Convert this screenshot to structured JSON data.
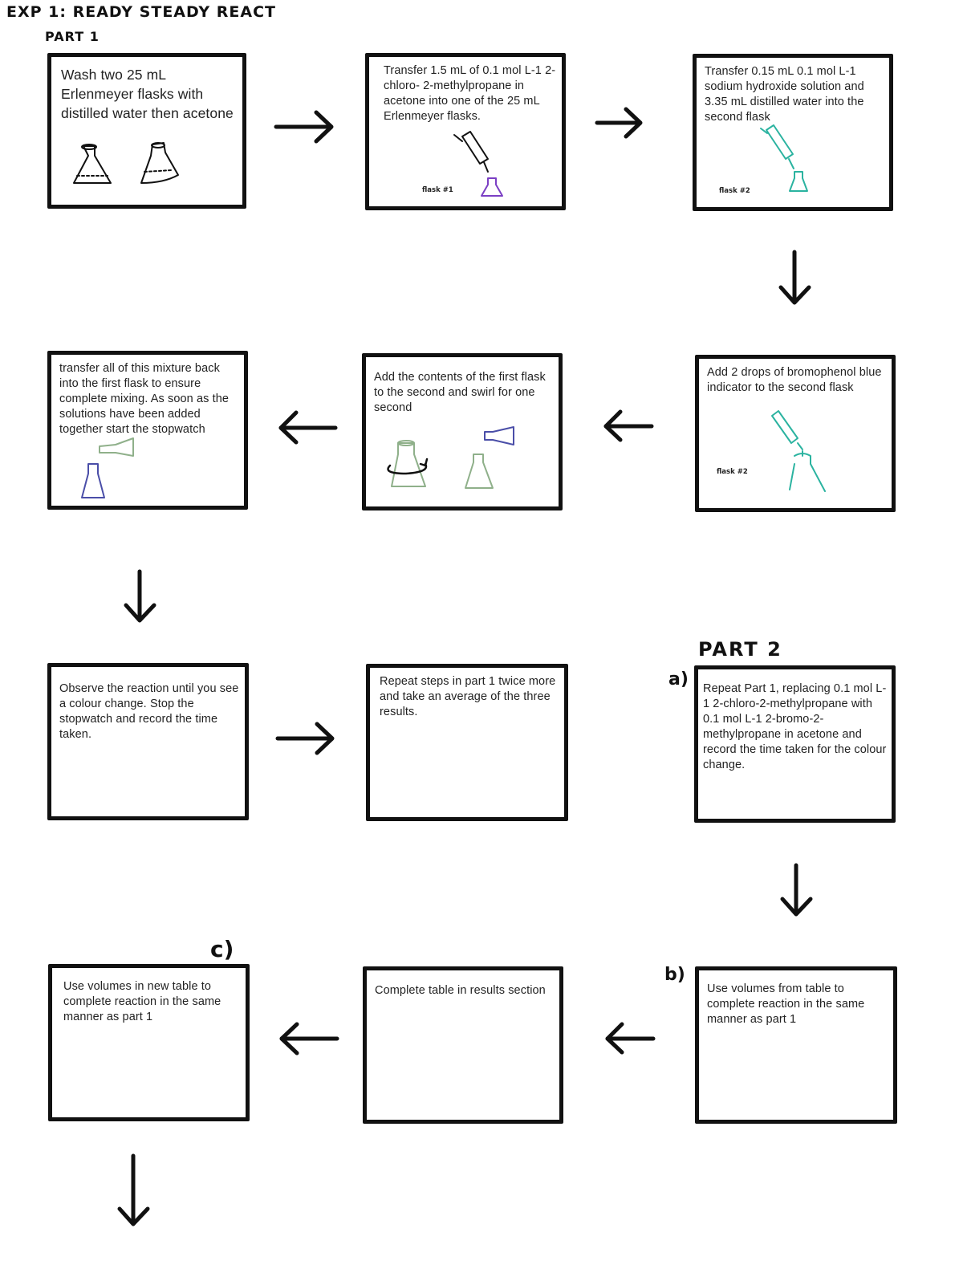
{
  "header": {
    "title": "EXP 1: READY STEADY REACT",
    "part1": "PART 1"
  },
  "part2_heading": "PART 2",
  "markers": {
    "a": "a)",
    "b": "b)",
    "c": "c)"
  },
  "steps": [
    {
      "id": "s1",
      "text": "Wash two 25 mL Erlenmeyer flasks with distilled water then acetone"
    },
    {
      "id": "s2",
      "text": "Transfer 1.5 mL of 0.1 mol L-1 2-chloro- 2-methylpropane in acetone into one of the 25 mL Erlenmeyer flasks.",
      "flask_label": "flask #1"
    },
    {
      "id": "s3",
      "text": "Transfer 0.15 mL 0.1 mol L-1 sodium hydroxide solution and 3.35 mL distilled water into the second flask",
      "flask_label": "flask #2"
    },
    {
      "id": "s4",
      "text": "Add 2 drops of bromophenol blue indicator to the second flask",
      "flask_label": "flask #2"
    },
    {
      "id": "s5",
      "text": "Add the contents of the first flask to the second and swirl for one second"
    },
    {
      "id": "s6",
      "text": "transfer all of this mixture back into the first flask to ensure complete mixing. As soon as the solutions have been added together start the stopwatch"
    },
    {
      "id": "s7",
      "text": "Observe the reaction until you see a colour change. Stop the stopwatch and record the time taken."
    },
    {
      "id": "s8",
      "text": "Repeat steps in part 1 twice more and take an average of the three results."
    },
    {
      "id": "s9",
      "text": "Repeat Part 1, replacing 0.1 mol L-1 2-chloro-2-methylpropane with 0.1 mol L-1 2-bromo-2-methylpropane in acetone and record the time taken for the colour change."
    },
    {
      "id": "s10",
      "text": "Use volumes from table to complete reaction in the same manner as part 1"
    },
    {
      "id": "s11",
      "text": "Complete table in results section"
    },
    {
      "id": "s12",
      "text": "Use volumes in new table to complete reaction in the same manner as part 1"
    }
  ],
  "colors": {
    "ink": "#111111",
    "purple": "#7b3fc4",
    "teal": "#2bb3a0",
    "sage": "#8fb08a",
    "navy": "#4a4ea8"
  }
}
